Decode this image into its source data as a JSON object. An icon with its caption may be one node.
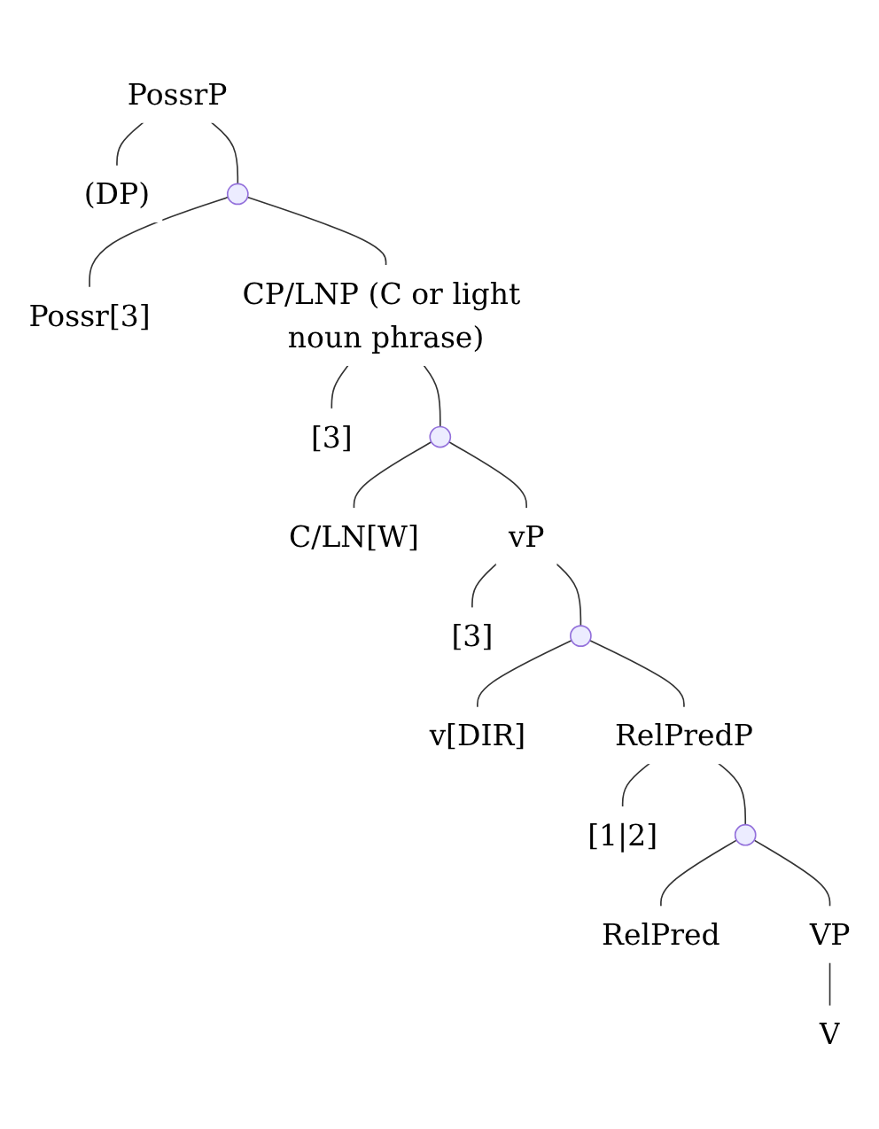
{
  "diagram": {
    "nodes": [
      {
        "text": [
          "PossrP"
        ]
      },
      {
        "text": [
          "(DP)"
        ]
      },
      {
        "text": [],
        "shape": "point"
      },
      {
        "text": [
          "Possr[3]"
        ]
      },
      {
        "text": [
          "CP/LNP (C or light noun phrase)"
        ]
      },
      {
        "text": [
          "[3]"
        ]
      },
      {
        "text": [],
        "shape": "point"
      },
      {
        "text": [
          "C/LN[W]"
        ]
      },
      {
        "text": [
          "vP"
        ]
      },
      {
        "text": [
          "[3]"
        ]
      },
      {
        "text": [],
        "shape": "point"
      },
      {
        "text": [
          "v[DIR]"
        ]
      },
      {
        "text": [
          "RelPredP"
        ]
      },
      {
        "text": [
          "[1|2]"
        ]
      },
      {
        "text": [],
        "shape": "point"
      },
      {
        "text": [
          "RelPred"
        ]
      },
      {
        "text": [
          "VP"
        ]
      },
      {
        "text": [
          "V"
        ]
      }
    ],
    "edges": [
      {
        "from": 0,
        "to": 1,
        "arrow": "none"
      },
      {
        "from": 0,
        "to": 2,
        "arrow": "none"
      },
      {
        "from": 2,
        "to": 3,
        "arrow": "none"
      },
      {
        "from": 2,
        "to": 4,
        "arrow": "none"
      },
      {
        "from": 4,
        "to": 5,
        "arrow": "none"
      },
      {
        "from": 4,
        "to": 6,
        "arrow": "none"
      },
      {
        "from": 6,
        "to": 7,
        "arrow": "none"
      },
      {
        "from": 6,
        "to": 8,
        "arrow": "none"
      },
      {
        "from": 8,
        "to": 9,
        "arrow": "none"
      },
      {
        "from": 8,
        "to": 10,
        "arrow": "none"
      },
      {
        "from": 10,
        "to": 11,
        "arrow": "none"
      },
      {
        "from": 10,
        "to": 12,
        "arrow": "none"
      },
      {
        "from": 12,
        "to": 13,
        "arrow": "none"
      },
      {
        "from": 12,
        "to": 14,
        "arrow": "none"
      },
      {
        "from": 14,
        "to": 15,
        "arrow": "none"
      },
      {
        "from": 14,
        "to": 16,
        "arrow": "none"
      },
      {
        "from": 16,
        "to": 17,
        "arrow": "none"
      }
    ]
  }
}
